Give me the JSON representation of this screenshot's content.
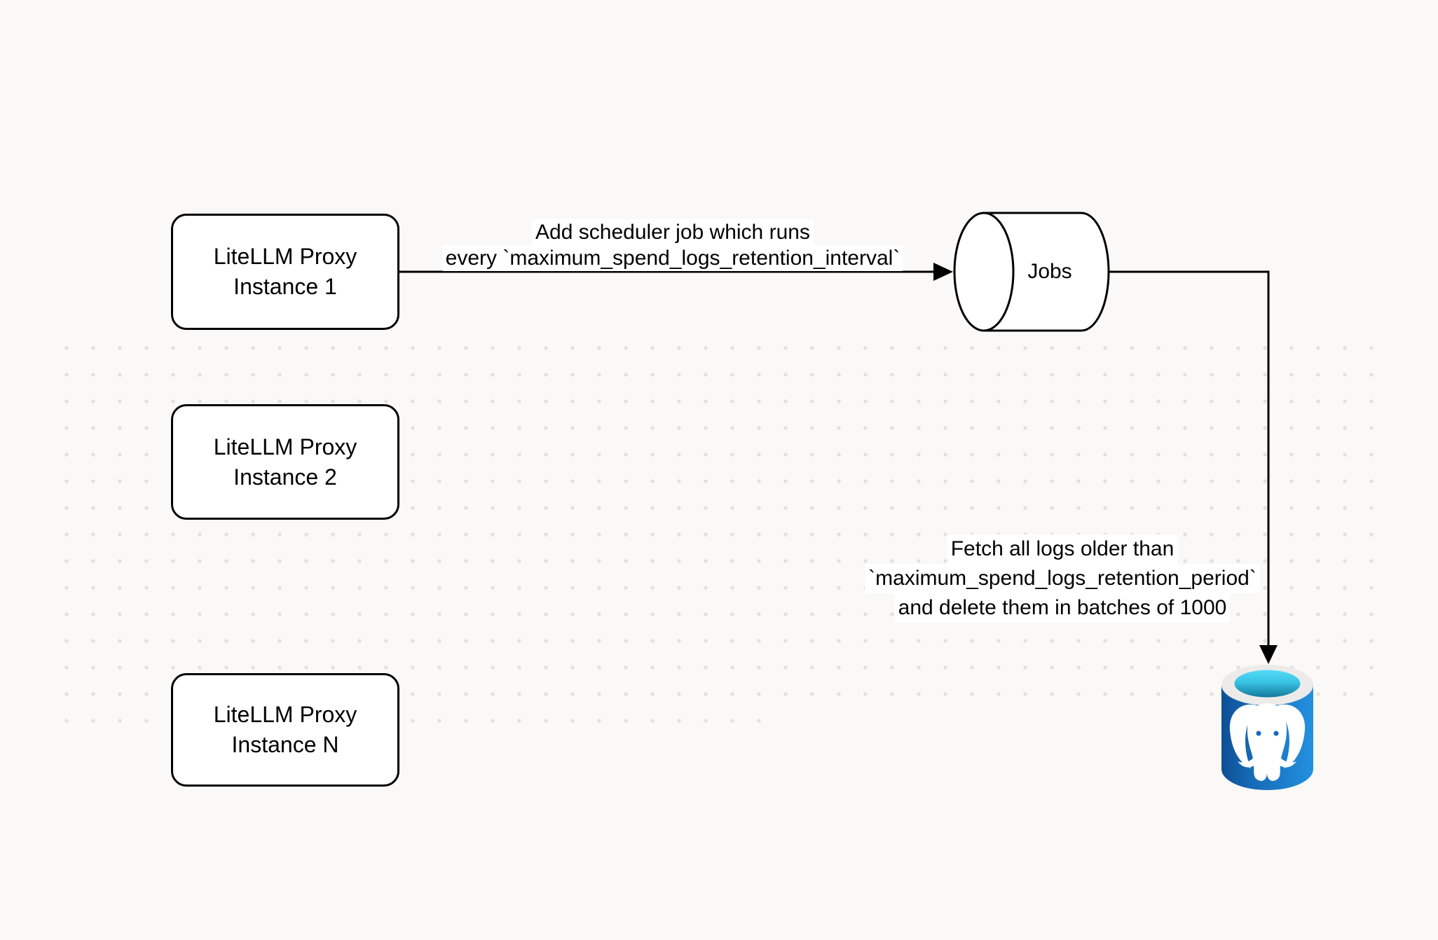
{
  "diagram": {
    "instances": [
      {
        "label": "LiteLLM Proxy\nInstance 1"
      },
      {
        "label": "LiteLLM Proxy\nInstance 2"
      },
      {
        "label": "LiteLLM Proxy\nInstance N"
      }
    ],
    "queue": {
      "label": "Jobs"
    },
    "edges": {
      "schedule": {
        "line1": "Add scheduler job which runs",
        "line2": "every `maximum_spend_logs_retention_interval`"
      },
      "fetch": {
        "line1": "Fetch all logs older than",
        "line2": "`maximum_spend_logs_retention_period`",
        "line3": "and delete them in batches of 1000"
      }
    },
    "icons": {
      "database": "postgresql-icon"
    },
    "colors": {
      "canvas_bg": "#faf9f7",
      "dot": "#e3e1df",
      "line": "#000000",
      "shape_fill": "#ffffff",
      "pg_body_dark": "#0d4f94",
      "pg_body_light": "#2391e0",
      "pg_rim": "#ecebe9",
      "pg_pool_top": "#55dcf8",
      "pg_pool_bottom": "#157a9c"
    }
  }
}
